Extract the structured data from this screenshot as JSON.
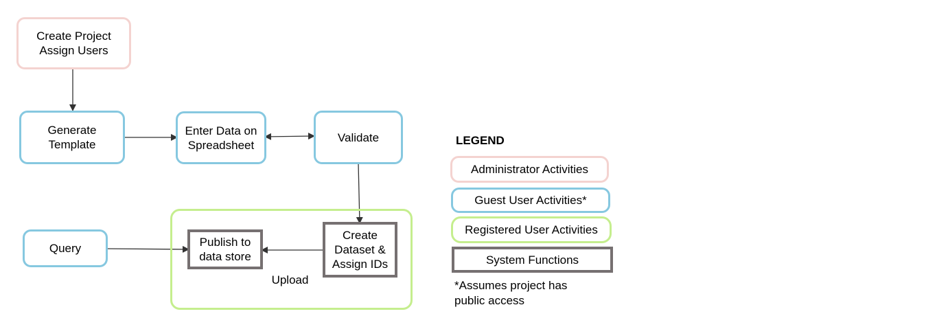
{
  "nodes": {
    "create_project": "Create Project\nAssign  Users",
    "generate_template": "Generate\nTemplate",
    "enter_data": "Enter Data on\nSpreadsheet",
    "validate": "Validate",
    "query": "Query",
    "publish": "Publish to\ndata store",
    "create_dataset": "Create\nDataset &\nAssign IDs",
    "upload_label": "Upload"
  },
  "legend": {
    "title": "LEGEND",
    "items": [
      {
        "label": "Administrator Activities",
        "color": "#f4d3d0"
      },
      {
        "label": "Guest User Activities*",
        "color": "#86c8e0"
      },
      {
        "label": "Registered User Activities",
        "color": "#c5ee8e"
      },
      {
        "label": "System Functions",
        "color": "#767071"
      }
    ],
    "note": "*Assumes project has\npublic access"
  }
}
